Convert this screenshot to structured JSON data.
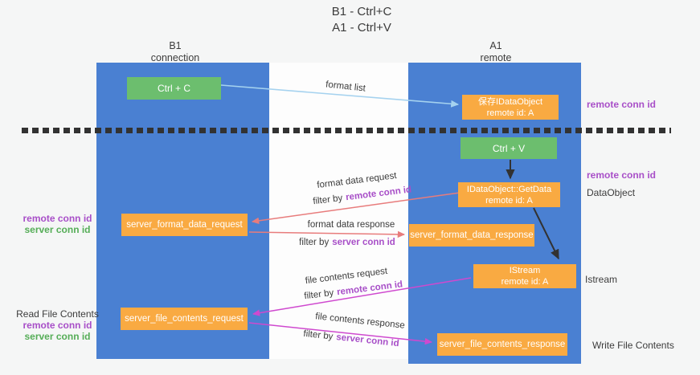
{
  "title": {
    "line1": "B1 - Ctrl+C",
    "line2": "A1 - Ctrl+V"
  },
  "lifelines": {
    "left": {
      "name": "B1",
      "role": "connection"
    },
    "right": {
      "name": "A1",
      "role": "remote"
    }
  },
  "boxes": {
    "ctrl_c": {
      "label": "Ctrl + C"
    },
    "save_idataobject": {
      "line1": "保存IDataObject",
      "line2": "remote id: A"
    },
    "ctrl_v": {
      "label": "Ctrl + V"
    },
    "getdata": {
      "line1": "IDataObject::GetData",
      "line2": "remote id: A"
    },
    "server_format_data_request": {
      "label": "server_format_data_request"
    },
    "server_format_data_response": {
      "label": "server_format_data_response"
    },
    "istream": {
      "line1": "IStream",
      "line2": "remote id: A"
    },
    "server_file_contents_request": {
      "label": "server_file_contents_request"
    },
    "server_file_contents_response": {
      "label": "server_file_contents_response"
    }
  },
  "flow_labels": {
    "format_list": "format list",
    "format_data_request": "format data request",
    "format_data_response": "format data response",
    "file_contents_request": "file contents request",
    "file_contents_response": "file contents response",
    "filter_by": "filter by",
    "remote_conn_id": "remote conn id",
    "server_conn_id": "server conn id"
  },
  "side_labels": {
    "remote_conn_id": "remote conn id",
    "server_conn_id": "server conn id",
    "dataobject": "DataObject",
    "istream": "Istream",
    "read_file_contents": "Read File Contents",
    "write_file_contents": "Write File Contents"
  },
  "colors": {
    "lane_blue": "#4a80d2",
    "box_green": "#6cbe6e",
    "box_orange": "#f9aa42",
    "accent_purple": "#a84fc8",
    "accent_green": "#55ad57",
    "arrow_red": "#e87c7c",
    "arrow_magenta": "#cf49cf",
    "arrow_lightblue": "#a5d2ef",
    "arrow_black": "#323232"
  }
}
